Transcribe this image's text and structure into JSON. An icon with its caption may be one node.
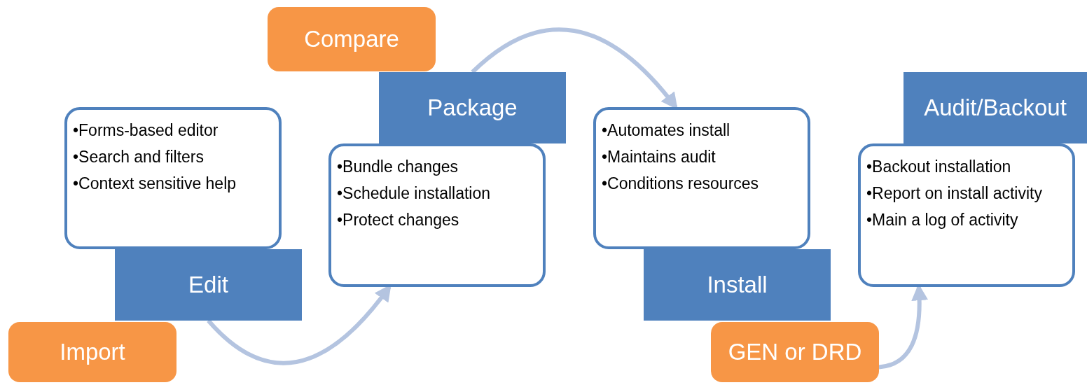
{
  "diagram": {
    "nodes": [
      {
        "text": [
          "•Forms-based editor",
          "•Search and filters",
          "•Context sensitive help"
        ]
      },
      {
        "text": [
          "Edit"
        ]
      },
      {
        "text": [
          "Import"
        ]
      },
      {
        "text": [
          "•Bundle changes",
          "•Schedule installation",
          "•Protect changes"
        ]
      },
      {
        "text": [
          "Package"
        ]
      },
      {
        "text": [
          "Compare"
        ]
      },
      {
        "text": [
          "•Automates install",
          "•Maintains audit",
          "•Conditions resources"
        ]
      },
      {
        "text": [
          "Install"
        ]
      },
      {
        "text": [
          "GEN or DRD"
        ]
      },
      {
        "text": [
          "•Backout installation",
          "•Report on install activity",
          "•Main a log of activity"
        ]
      },
      {
        "text": [
          "Audit/Backout"
        ]
      }
    ],
    "edges": [
      {
        "from": 1,
        "to": 3,
        "arrow": "to"
      },
      {
        "from": 4,
        "to": 6,
        "arrow": "to"
      },
      {
        "from": 8,
        "to": 9,
        "arrow": "to"
      }
    ]
  }
}
